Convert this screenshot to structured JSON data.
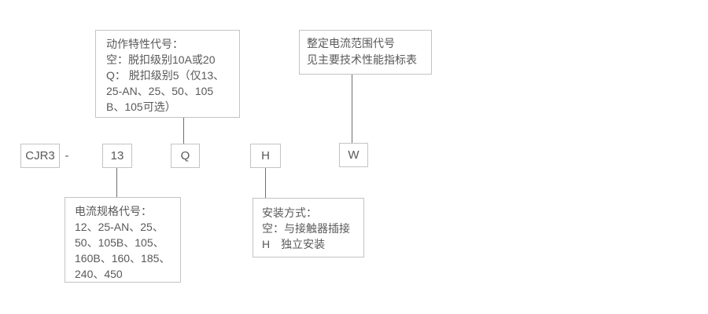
{
  "codes": {
    "model": "CJR3",
    "separator": "-",
    "current_spec": "13",
    "trip_class": "Q",
    "mounting": "H",
    "current_range": "W"
  },
  "notes": {
    "trip_class": {
      "lines": [
        "动作特性代号：",
        "空：脱扣级别10A或20",
        "Q： 脱扣级别5（仅13、",
        "25-AN、25、50、105",
        "B、105可选）"
      ]
    },
    "current_range": {
      "lines": [
        "整定电流范围代号",
        "见主要技术性能指标表"
      ]
    },
    "current_spec": {
      "lines": [
        "电流规格代号：",
        "12、25-AN、25、",
        "50、105B、105、",
        "160B、160、185、",
        "240、450"
      ]
    },
    "mounting": {
      "lines": [
        "安装方式：",
        "空：与接触器插接",
        "H　独立安装"
      ]
    }
  }
}
